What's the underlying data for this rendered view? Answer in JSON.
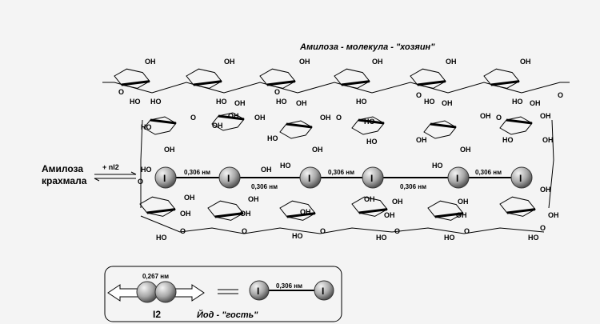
{
  "title": "Амилоза - молекула - \"хозяин\"",
  "left_label": {
    "line1": "Амилоза",
    "line2": "крахмала"
  },
  "reagent": "+ nI2",
  "atom_symbol": "I",
  "distance_label": "0,306 нм",
  "groups": {
    "oh": "OH",
    "ho": "HO",
    "o": "O"
  },
  "legend": {
    "bond_length": "0,267 нм",
    "molecule_label": "I2",
    "guest_caption": "Йод - \"гость\"",
    "distance_label": "0,306 нм"
  }
}
